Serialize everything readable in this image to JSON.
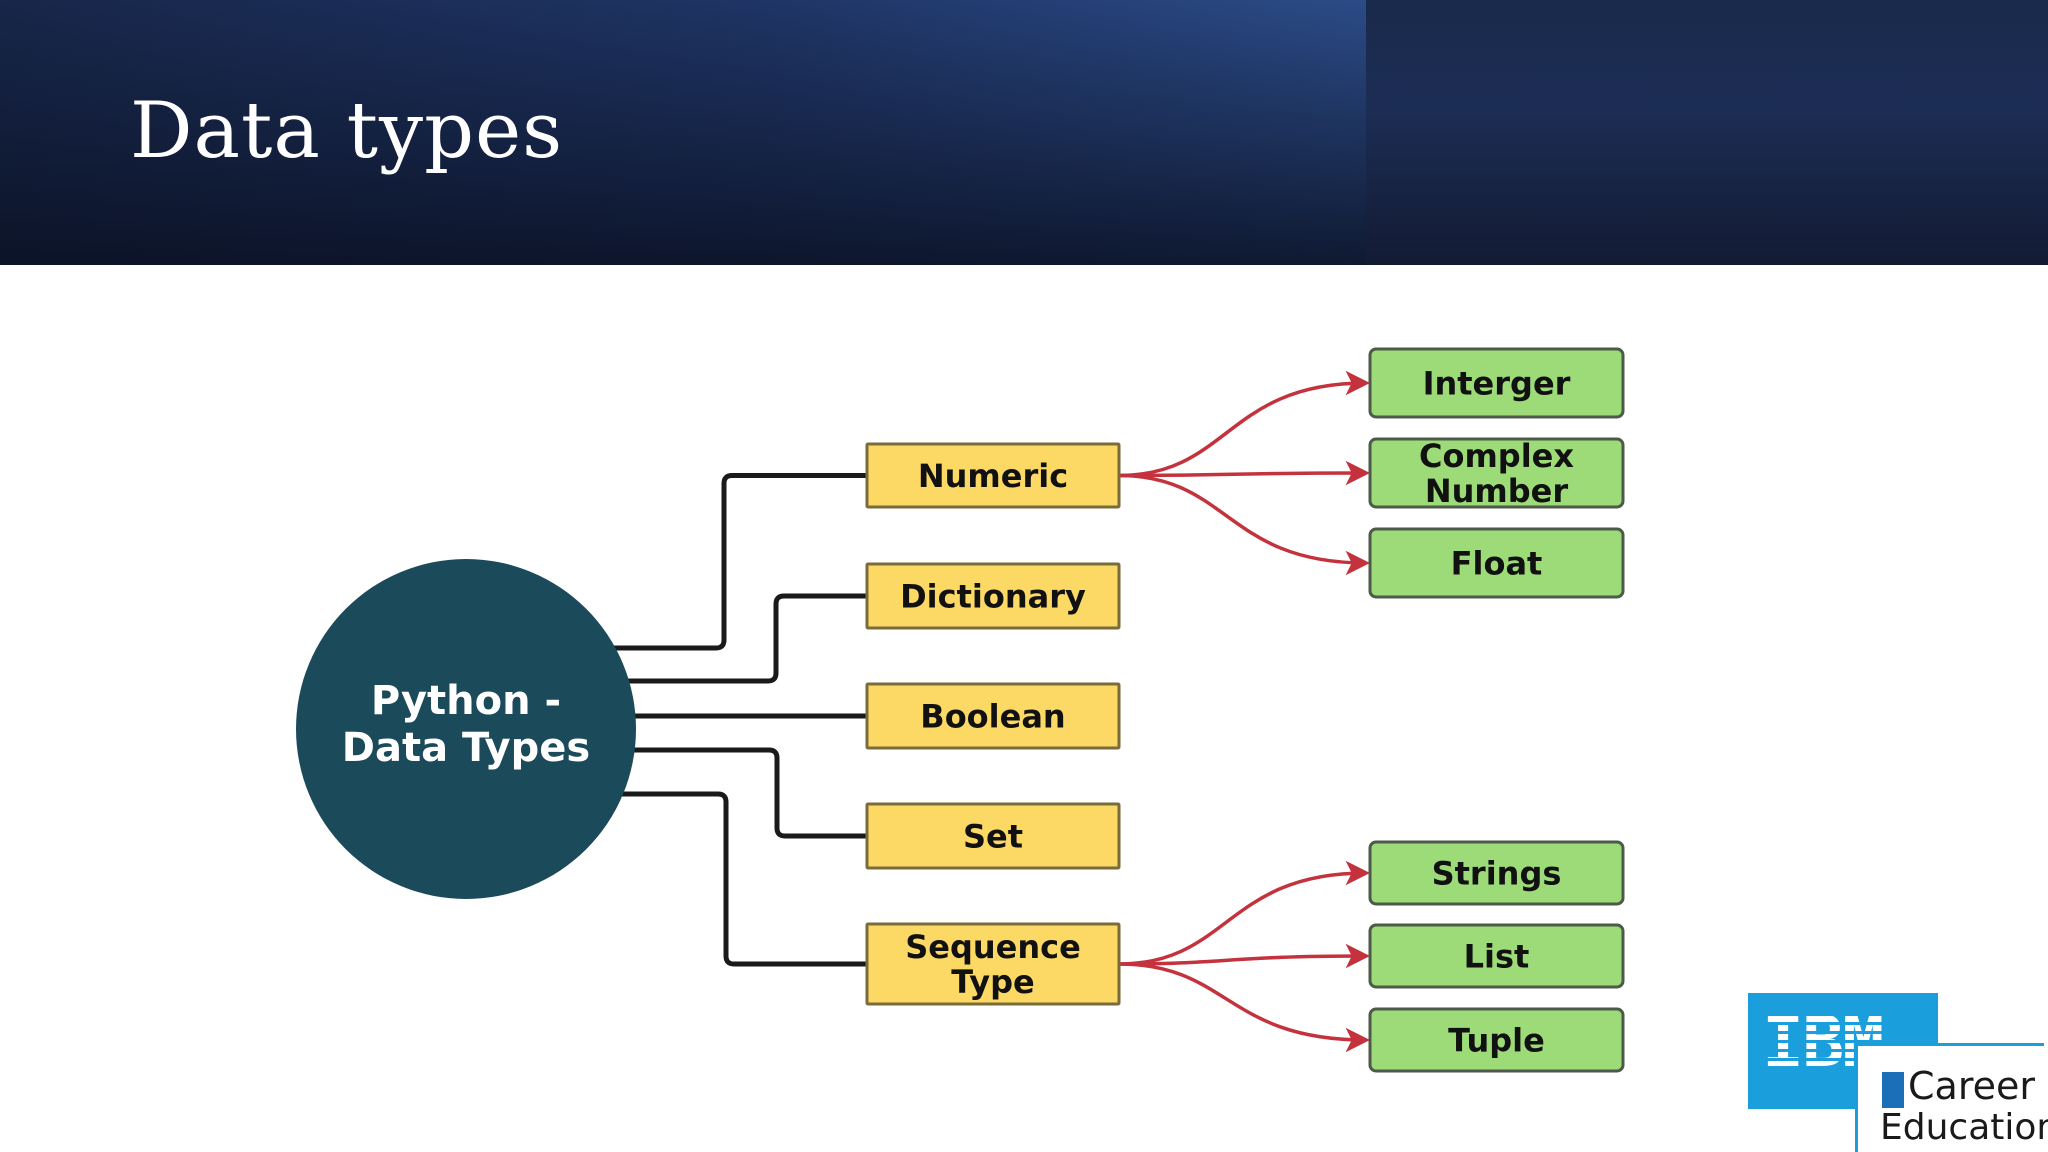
{
  "slide": {
    "title": "Data types"
  },
  "diagram": {
    "hub": {
      "line1": "Python -",
      "line2": "Data Types",
      "color": "#1b4a5b"
    },
    "categories": [
      {
        "id": "numeric",
        "lines": [
          "Numeric"
        ]
      },
      {
        "id": "dictionary",
        "lines": [
          "Dictionary"
        ]
      },
      {
        "id": "boolean",
        "lines": [
          "Boolean"
        ]
      },
      {
        "id": "set",
        "lines": [
          "Set"
        ]
      },
      {
        "id": "sequence",
        "lines": [
          "Sequence",
          "Type"
        ]
      }
    ],
    "subtypes": [
      {
        "id": "integer",
        "parent": "numeric",
        "lines": [
          "Interger"
        ]
      },
      {
        "id": "complex",
        "parent": "numeric",
        "lines": [
          "Complex",
          "Number"
        ]
      },
      {
        "id": "float",
        "parent": "numeric",
        "lines": [
          "Float"
        ]
      },
      {
        "id": "strings",
        "parent": "sequence",
        "lines": [
          "Strings"
        ]
      },
      {
        "id": "list",
        "parent": "sequence",
        "lines": [
          "List"
        ]
      },
      {
        "id": "tuple",
        "parent": "sequence",
        "lines": [
          "Tuple"
        ]
      }
    ],
    "colors": {
      "category_fill": "#fcd965",
      "category_border": "#7a6b3a",
      "subtype_fill": "#9ddb78",
      "subtype_border": "#4d5a4a",
      "connector": "#1a1a1a",
      "arrow": "#c4323d"
    }
  },
  "logo": {
    "brand": "IBM",
    "line1": "Career",
    "line2": "Education"
  }
}
